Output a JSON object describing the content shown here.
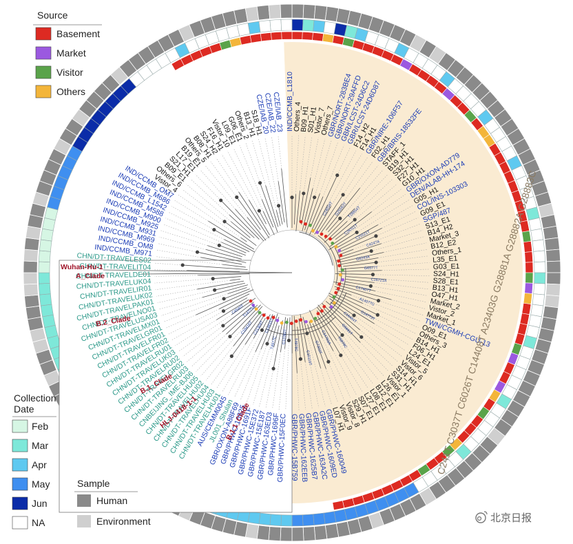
{
  "colors": {
    "Basement": "#dd2a22",
    "Market": "#9b59e0",
    "Visitor": "#5aa34a",
    "Others": "#f3b53a",
    "Feb": "#d6f6e4",
    "Mar": "#7ee8d9",
    "Apr": "#5fc9f0",
    "May": "#3f8ff0",
    "Jun": "#0b2ca8",
    "NA": "#ffffff",
    "Human": "#8a8a8a",
    "Environment": "#cfcfcf",
    "blueText": "#1a3bb5",
    "tealText": "#2d9a8a",
    "blackText": "#111111",
    "cladeText": "#a0152a",
    "beige": "#faebd2"
  },
  "legend_source": {
    "title": "Source",
    "items": [
      "Basement",
      "Market",
      "Visitor",
      "Others"
    ]
  },
  "legend_date": {
    "title": "Collection\nDate",
    "title_line1": "Collection",
    "title_line2": "Date",
    "items": [
      "Feb",
      "Mar",
      "Apr",
      "May",
      "Jun",
      "NA"
    ]
  },
  "legend_sample": {
    "title": "Sample",
    "items": [
      "Human",
      "Environment"
    ]
  },
  "mutation_label": "C241T C3037T C6026T C14408T A23403G G28881A G28882A G28883C",
  "watermark": "北京日报",
  "clade_labels": [
    "Wuhan-Hu-1",
    "A_Clade",
    "B.2_Clade",
    "B.1_Clade",
    "HLJ-0418-1-1",
    "B.1.1_Clade"
  ],
  "tips": [
    {
      "t": "IND/CCMB_L1810",
      "c": "blueText"
    },
    {
      "t": "Others_4",
      "c": "blackText"
    },
    {
      "t": "B09_H1",
      "c": "blackText"
    },
    {
      "t": "S01_H1",
      "c": "blackText"
    },
    {
      "t": "Vistor_7",
      "c": "blackText"
    },
    {
      "t": "Others_7",
      "c": "blackText"
    },
    {
      "t": "GBR/NORT-283BE4",
      "c": "blueText"
    },
    {
      "t": "GBR/NORT-29AFFD",
      "c": "blueText"
    },
    {
      "t": "GBR/LCST-24D6C2",
      "c": "blueText"
    },
    {
      "t": "GBR/LCST-24D6D87",
      "c": "blueText"
    },
    {
      "t": "F14_H2",
      "c": "blackText"
    },
    {
      "t": "F14_H1",
      "c": "blackText"
    },
    {
      "t": "GBR/NIRE-106F57",
      "c": "blueText"
    },
    {
      "t": "F02_H1",
      "c": "blackText"
    },
    {
      "t": "GBR/BRIS-18532FE",
      "c": "blueText"
    },
    {
      "t": "STAFF_1",
      "c": "blackText"
    },
    {
      "t": "B19_H1",
      "c": "blackText"
    },
    {
      "t": "S32_H1",
      "c": "blackText"
    },
    {
      "t": "F27_H1",
      "c": "blackText"
    },
    {
      "t": "G10_H1",
      "c": "blackText"
    },
    {
      "t": "GBR/OXON-AD779",
      "c": "blueText"
    },
    {
      "t": "DEN/ALAB-HH-174",
      "c": "blueText"
    },
    {
      "t": "G05_H1",
      "c": "blackText"
    },
    {
      "t": "COL/INS-103303",
      "c": "blueText"
    },
    {
      "t": "G09_E1",
      "c": "blackText"
    },
    {
      "t": "SGP/487",
      "c": "blueText"
    },
    {
      "t": "S13_E1",
      "c": "blackText"
    },
    {
      "t": "B14_H2",
      "c": "blackText"
    },
    {
      "t": "Market_3",
      "c": "blackText"
    },
    {
      "t": "B12_E2",
      "c": "blackText"
    },
    {
      "t": "Others_1",
      "c": "blackText"
    },
    {
      "t": "L35_E1",
      "c": "blackText"
    },
    {
      "t": "G03_E1",
      "c": "blackText"
    },
    {
      "t": "S24_H1",
      "c": "blackText"
    },
    {
      "t": "S28_E1",
      "c": "blackText"
    },
    {
      "t": "B13_H1",
      "c": "blackText"
    },
    {
      "t": "O47_H1",
      "c": "blackText"
    },
    {
      "t": "Market_2",
      "c": "blackText"
    },
    {
      "t": "Vistor_2",
      "c": "blackText"
    },
    {
      "t": "Market_1",
      "c": "blackText"
    },
    {
      "t": "TWN/CGMH-CGU-13",
      "c": "blueText"
    },
    {
      "t": "O09_E1",
      "c": "blackText"
    },
    {
      "t": "Others_3",
      "c": "blackText"
    },
    {
      "t": "B14_H1",
      "c": "blackText"
    },
    {
      "t": "F06_H1",
      "c": "blackText"
    },
    {
      "t": "L24_E1",
      "c": "blackText"
    },
    {
      "t": "Vistor_5",
      "c": "blackText"
    },
    {
      "t": "Vistor_6",
      "c": "blackText"
    },
    {
      "t": "S14_H1",
      "c": "blackText"
    },
    {
      "t": "S31_H1",
      "c": "blackText"
    },
    {
      "t": "Vistor_1",
      "c": "blackText"
    },
    {
      "t": "L26_E1",
      "c": "blackText"
    },
    {
      "t": "B12_E1",
      "c": "blackText"
    },
    {
      "t": "L08_E1",
      "c": "blackText"
    },
    {
      "t": "L27_E1",
      "c": "blackText"
    },
    {
      "t": "S07_E1",
      "c": "blackText"
    },
    {
      "t": "S29_H1",
      "c": "blackText"
    },
    {
      "t": "Vistor_8",
      "c": "blackText"
    },
    {
      "t": "Vistor_9",
      "c": "blackText"
    },
    {
      "t": "L07_H1",
      "c": "blackText"
    },
    {
      "t": "GBR/PHWC-160049",
      "c": "blueText"
    },
    {
      "t": "GBR/PHWC-1609ED",
      "c": "blueText"
    },
    {
      "t": "GBR/PHWC-163A2C",
      "c": "blueText"
    },
    {
      "t": "GBR/PHWC-1625B7",
      "c": "blueText"
    },
    {
      "t": "GBR/PHWC-162EEB",
      "c": "blueText"
    },
    {
      "t": "GBR/PHWC-15B759",
      "c": "blueText"
    },
    {
      "t": "GBR/PHWC-15F0EC",
      "c": "blueText"
    },
    {
      "t": "GBR/PHWC-1696F",
      "c": "blueText"
    },
    {
      "t": "GBR/PHWC-163ED3",
      "c": "blueText"
    },
    {
      "t": "GBR/PHWC-15E187",
      "c": "blueText"
    },
    {
      "t": "GBR/PHWC-15E372",
      "c": "blueText"
    },
    {
      "t": "GBR/PHWC-1691F",
      "c": "blueText"
    },
    {
      "t": "GBR/PHWC-16925",
      "c": "blueText"
    },
    {
      "t": "GBR/OXON-A88F69",
      "c": "blueText"
    },
    {
      "t": "JL001_Shulan",
      "c": "tealText"
    },
    {
      "t": "AUS/CEMM0045",
      "c": "blueText"
    },
    {
      "t": "CHN/DT-TRAVELHU01",
      "c": "tealText"
    },
    {
      "t": "CHN/DT-TRAVELHU03",
      "c": "tealText"
    },
    {
      "t": "CHN/DT-TRAVELHU04",
      "c": "tealText"
    },
    {
      "t": "CHN/DT-TRAVELHU02",
      "c": "tealText"
    },
    {
      "t": "CHN/DT-TRAVELHU05",
      "c": "tealText"
    },
    {
      "t": "CNBEIJING_IME-BJ06",
      "c": "tealText"
    },
    {
      "t": "CHN/DT-TRAVELRU03",
      "c": "tealText"
    },
    {
      "t": "CHN/DT-TRAVELGR02",
      "c": "tealText"
    },
    {
      "t": "CHN/DT-TRAVELRU02",
      "c": "tealText"
    },
    {
      "t": "CHN/DT-TRAVELUK03",
      "c": "tealText"
    },
    {
      "t": "CHN/DT-TRAVELRU01",
      "c": "tealText"
    },
    {
      "t": "CHN/DT-TRAVELFR02",
      "c": "tealText"
    },
    {
      "t": "CHN/DT-TRAVELFR01",
      "c": "tealText"
    },
    {
      "t": "CHN/DT-TRAVELGR01",
      "c": "tealText"
    },
    {
      "t": "CHN/DT-TRAVELMX01",
      "c": "tealText"
    },
    {
      "t": "CHN/DT-TRAVELUSA03",
      "c": "tealText"
    },
    {
      "t": "CHN/DT-TRAVELNO01",
      "c": "tealText"
    },
    {
      "t": "CHN/DT-TRAVELPAK01",
      "c": "tealText"
    },
    {
      "t": "CHN/DT-TRAVELUK02",
      "c": "tealText"
    },
    {
      "t": "CHN/DT-TRAVELIR01",
      "c": "tealText"
    },
    {
      "t": "CHN/DT-TRAVELUK04",
      "c": "tealText"
    },
    {
      "t": "CHN/DT-TRAVELDE01",
      "c": "tealText"
    },
    {
      "t": "CHN/DT-TRAVELIT04",
      "c": "tealText"
    },
    {
      "t": "CHN/DT-TRAVELES02",
      "c": "tealText"
    },
    {
      "t": "IND/CCMB_M971",
      "c": "blueText"
    },
    {
      "t": "IND/CCMB_OM8",
      "c": "blueText"
    },
    {
      "t": "IND/CCMB_M969",
      "c": "blueText"
    },
    {
      "t": "IND/CCMB_M931",
      "c": "blueText"
    },
    {
      "t": "IND/CCMB_M925",
      "c": "blueText"
    },
    {
      "t": "IND/CCMB_M900",
      "c": "blueText"
    },
    {
      "t": "IND/CCMB_M588",
      "c": "blueText"
    },
    {
      "t": "IND/CCMB_L1542",
      "c": "blueText"
    },
    {
      "t": "IND/CCMB_M686",
      "c": "blueText"
    },
    {
      "t": "IND/CCMB_OM7",
      "c": "blueText"
    },
    {
      "t": "Vistor_4",
      "c": "blackText"
    },
    {
      "t": "Others_6",
      "c": "blackText"
    },
    {
      "t": "B09_E1",
      "c": "blackText"
    },
    {
      "t": "S21_H1",
      "c": "blackText"
    },
    {
      "t": "L17_E1",
      "c": "blackText"
    },
    {
      "t": "B19_E1",
      "c": "blackText"
    },
    {
      "t": "Others_5",
      "c": "blackText"
    },
    {
      "t": "B08_H1",
      "c": "blackText"
    },
    {
      "t": "S24_H2",
      "c": "blackText"
    },
    {
      "t": "F16_H1",
      "c": "blackText"
    },
    {
      "t": "Vistor_10",
      "c": "blackText"
    },
    {
      "t": "L09_E1",
      "c": "blackText"
    },
    {
      "t": "G06_E1",
      "c": "blackText"
    },
    {
      "t": "Others_2",
      "c": "blackText"
    },
    {
      "t": "B13_H1",
      "c": "blackText"
    },
    {
      "t": "S18_H1",
      "c": "blackText"
    },
    {
      "t": "CZE/IAB_20",
      "c": "blueText"
    },
    {
      "t": "CZE/IAB_22",
      "c": "blueText"
    },
    {
      "t": "CZE/IAB_23",
      "c": "blueText"
    }
  ],
  "mutation_markers": [
    "C24034T",
    "G25563T",
    "T28854T",
    "C28311T",
    "C25521T",
    "C4247A",
    "G8243A",
    "G6577T",
    "C16721A",
    "C17407T",
    "A14077G",
    "G14773T",
    "C16484T",
    "G5691T",
    "T6976C",
    "C14781A",
    "G7303T",
    "C15119T",
    "T4978C",
    "G11083T",
    "T4977C",
    "C14815T",
    "C21304T",
    "C18416T",
    "T14779A",
    "C4540T"
  ]
}
